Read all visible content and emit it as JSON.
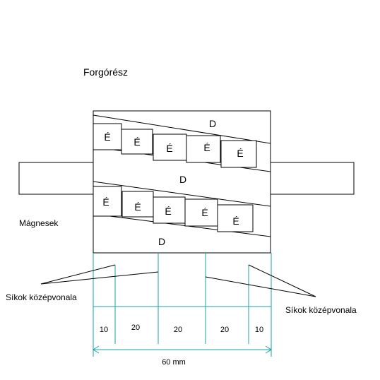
{
  "labels": {
    "rotor": "Forgórész",
    "magnets": "Mágnesek",
    "planes_left": "Síkok középvonala",
    "planes_right": "Síkok középvonala",
    "total_dimension": "60 mm"
  },
  "regions": {
    "d_top": "D",
    "d_middle": "D",
    "d_bottom": "D"
  },
  "magnet_rows": [
    [
      "É",
      "É",
      "É",
      "É",
      "É"
    ],
    [
      "É",
      "É",
      "É",
      "É",
      "É"
    ]
  ],
  "segments": [
    "10",
    "20",
    "20",
    "20",
    "10"
  ],
  "colors": {
    "line": "#000000",
    "dimension": "#1aa3a3"
  }
}
